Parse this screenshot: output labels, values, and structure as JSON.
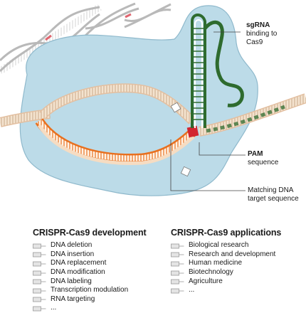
{
  "labels": {
    "sgrna_title": "sgRNA",
    "sgrna_line2": "binding to",
    "sgrna_line3": "Cas9",
    "pam_title": "PAM",
    "pam_line2": "sequence",
    "target_line1": "Matching DNA",
    "target_line2": "target sequence"
  },
  "development": {
    "title": "CRISPR-Cas9 development",
    "items": [
      "DNA deletion",
      "DNA insertion",
      "DNA replacement",
      "DNA modification",
      "DNA labeling",
      "Transcription modulation",
      "RNA targeting",
      "..."
    ]
  },
  "applications": {
    "title": "CRISPR-Cas9 applications",
    "items": [
      "Biological research",
      "Research and development",
      "Human medicine",
      "Biotechnology",
      "Agriculture",
      "..."
    ]
  },
  "colors": {
    "protein": "#bcdbe8",
    "dna_pale": "#f2dcc6",
    "dna_orange": "#e8701f",
    "sgrna_green": "#2e6b2e",
    "pam_red": "#d22630",
    "bg_dna": "#c8c8c8"
  }
}
